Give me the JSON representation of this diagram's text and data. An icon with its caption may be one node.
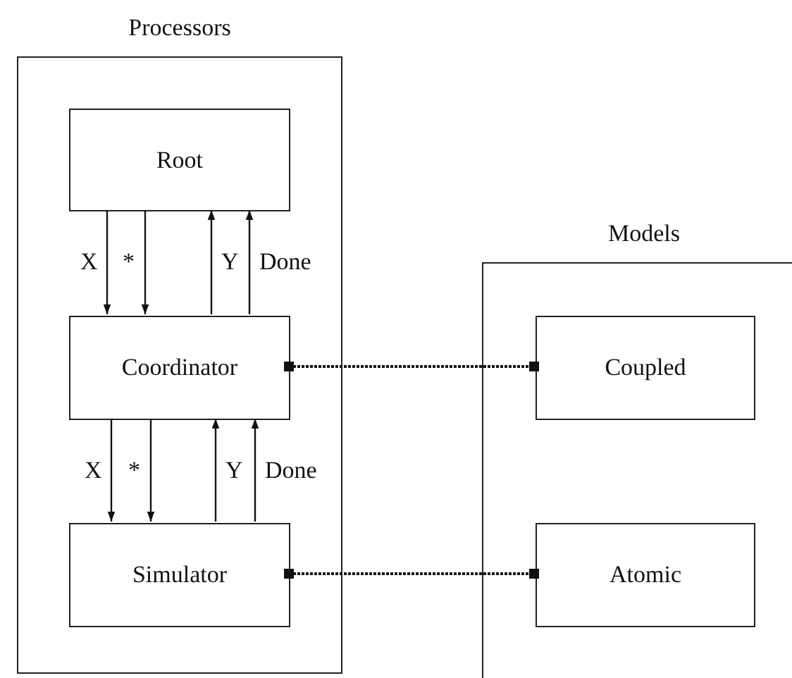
{
  "diagram": {
    "nodes": [
      {
        "text": [
          "Processors"
        ]
      },
      {
        "text": [
          "Root"
        ],
        "in": 0
      },
      {
        "text": [
          "Coordinator"
        ],
        "in": 0
      },
      {
        "text": [
          "Simulator"
        ],
        "in": 0
      },
      {
        "text": [
          "Models"
        ]
      },
      {
        "text": [
          "Coupled"
        ],
        "in": 4
      },
      {
        "text": [
          "Atomic"
        ],
        "in": 4
      }
    ],
    "edges": [
      {
        "from": 1,
        "to": 2,
        "arrow": "to",
        "label": "X"
      },
      {
        "from": 1,
        "to": 2,
        "arrow": "to",
        "label": "*"
      },
      {
        "from": 2,
        "to": 1,
        "arrow": "to",
        "label": "Y"
      },
      {
        "from": 2,
        "to": 1,
        "arrow": "to",
        "label": "Done"
      },
      {
        "from": 2,
        "to": 3,
        "arrow": "to",
        "label": "X"
      },
      {
        "from": 2,
        "to": 3,
        "arrow": "to",
        "label": "*"
      },
      {
        "from": 3,
        "to": 2,
        "arrow": "to",
        "label": "Y"
      },
      {
        "from": 3,
        "to": 2,
        "arrow": "to",
        "label": "Done"
      },
      {
        "from": 2,
        "to": 5,
        "arrow": "other",
        "style": "dashed"
      },
      {
        "from": 3,
        "to": 6,
        "arrow": "other",
        "style": "dashed"
      }
    ]
  }
}
